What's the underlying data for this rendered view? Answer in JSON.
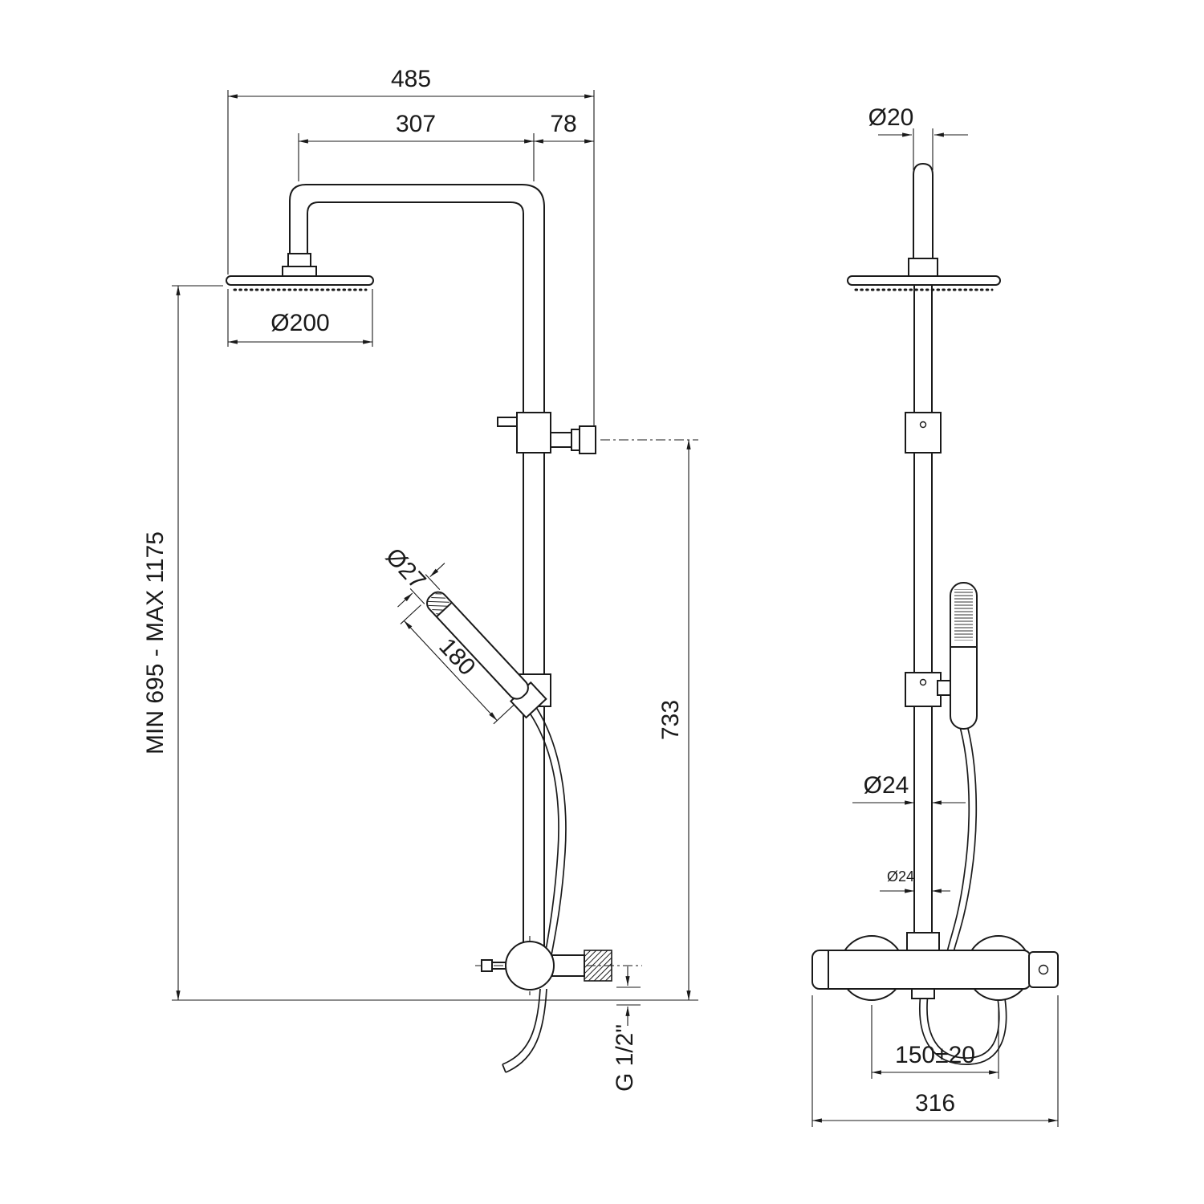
{
  "colors": {
    "line": "#1a1a1a",
    "background": "#ffffff"
  },
  "front_view": {
    "total_width_mm": "485",
    "arm_reach_mm": "307",
    "arm_offset_mm": "78",
    "head_diameter": "Ø200",
    "height_range": "MIN 695 - MAX 1175",
    "handshower_diameter": "Ø27",
    "handshower_length_mm": "180",
    "outlet_height_mm": "733",
    "inlet_thread": "G 1/2\""
  },
  "side_view": {
    "top_pipe_diameter": "Ø20",
    "riser_diameter": "Ø24",
    "riser_diameter_secondary": "Ø24",
    "inlet_spacing_mm": "150±20",
    "body_width_mm": "316"
  }
}
